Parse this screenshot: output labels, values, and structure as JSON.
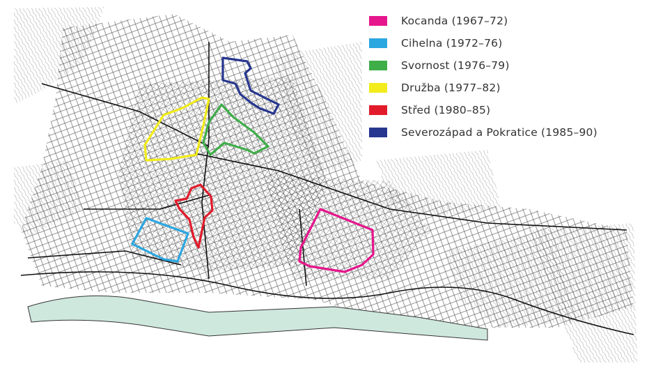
{
  "legend": {
    "items": [
      {
        "label": "Kocanda (1967–72)",
        "color": "#e6168c"
      },
      {
        "label": "Cihelna (1972–76)",
        "color": "#2ba7e0"
      },
      {
        "label": "Svornost (1976–79)",
        "color": "#3fae49"
      },
      {
        "label": "Družba (1977–82)",
        "color": "#f2ec1c"
      },
      {
        "label": "Střed (1980–85)",
        "color": "#e21b2b"
      },
      {
        "label": "Severozápad a Pokratice (1985–90)",
        "color": "#27378f"
      }
    ]
  },
  "colors": {
    "river": "#cfe8de",
    "street_lines": "#222222",
    "contour_lines": "#9a9a9a",
    "background": "#ffffff"
  }
}
